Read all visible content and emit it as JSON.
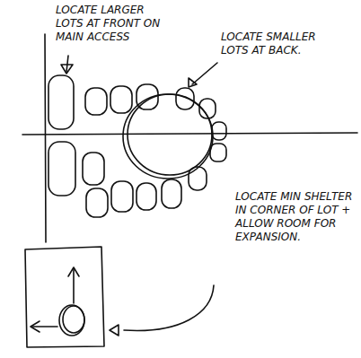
{
  "diagram": {
    "labels": [
      "LOCATE LARGER LOTS AT FRONT ON MAIN ACCESS",
      "LOCATE SMALLER LOTS AT BACK.",
      "LOCATE MIN SHELTER IN CORNER OF LOT + ALLOW ROOM FOR EXPANSION."
    ]
  }
}
